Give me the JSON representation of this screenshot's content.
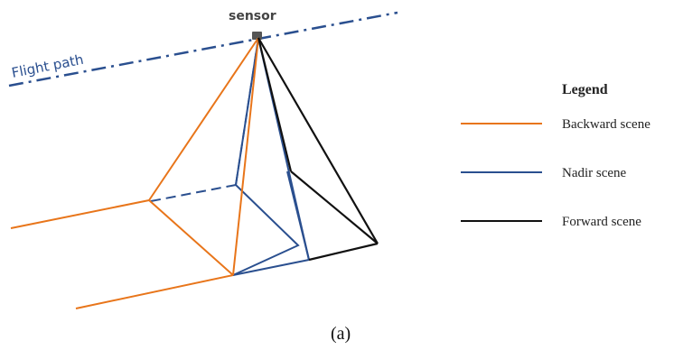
{
  "diagram": {
    "sensor_label": "sensor",
    "flight_path_label": "Flight path",
    "caption": "(a)"
  },
  "legend": {
    "title": "Legend",
    "items": [
      {
        "label": "Backward scene",
        "color": "#e8751a"
      },
      {
        "label": "Nadir scene",
        "color": "#2a4f8f"
      },
      {
        "label": "Forward scene",
        "color": "#111111"
      }
    ]
  },
  "colors": {
    "flight_path": "#2a4f8f",
    "sensor": "#555555",
    "backward": "#e8751a",
    "nadir": "#2a4f8f",
    "forward": "#111111"
  }
}
